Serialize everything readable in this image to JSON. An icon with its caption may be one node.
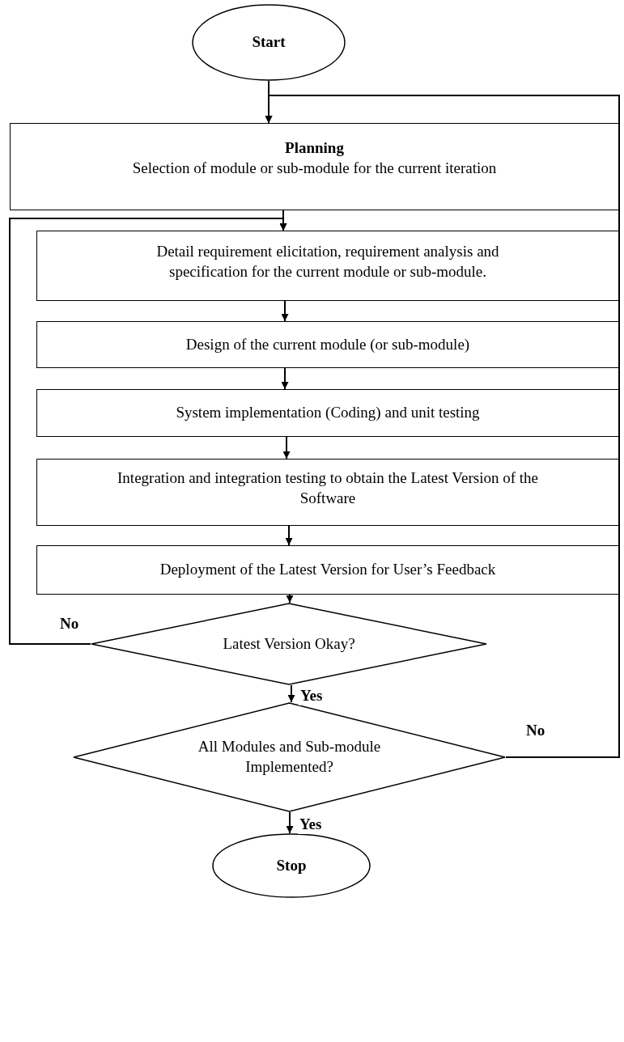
{
  "diagram": {
    "nodes": [
      {
        "text": [
          "Start"
        ]
      },
      {
        "text": [
          "Planning",
          "Selection of module or sub-module for the current iteration"
        ]
      },
      {
        "text": [
          "Detail requirement elicitation, requirement analysis and specification for the current module or sub-module."
        ]
      },
      {
        "text": [
          "Design of the current module (or sub-module)"
        ]
      },
      {
        "text": [
          "System implementation (Coding) and unit testing"
        ]
      },
      {
        "text": [
          "Integration and integration testing to obtain the Latest Version of the Software"
        ]
      },
      {
        "text": [
          "Deployment of the Latest Version for User’s Feedback"
        ]
      },
      {
        "text": [
          "Latest Version Okay?"
        ]
      },
      {
        "text": [
          "All Modules and Sub-module Implemented?"
        ]
      },
      {
        "text": [
          "Stop"
        ]
      }
    ],
    "edges": [
      {
        "from": 0,
        "to": 1,
        "arrow": "to"
      },
      {
        "from": 1,
        "to": 2,
        "arrow": "to"
      },
      {
        "from": 2,
        "to": 3,
        "arrow": "to"
      },
      {
        "from": 3,
        "to": 4,
        "arrow": "to"
      },
      {
        "from": 4,
        "to": 5,
        "arrow": "to"
      },
      {
        "from": 5,
        "to": 6,
        "arrow": "to"
      },
      {
        "from": 6,
        "to": 7,
        "arrow": "to"
      },
      {
        "from": 7,
        "to": 2,
        "arrow": "to",
        "label": "No"
      },
      {
        "from": 7,
        "to": 8,
        "arrow": "to",
        "label": "Yes"
      },
      {
        "from": 8,
        "to": 9,
        "arrow": "to",
        "label": "Yes"
      },
      {
        "from": 8,
        "to": 1,
        "arrow": "to",
        "label": "No"
      }
    ]
  }
}
